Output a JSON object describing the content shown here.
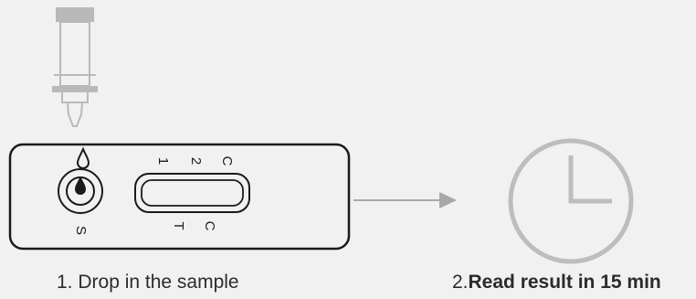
{
  "steps": [
    {
      "number": "1.",
      "text": "Drop in the sample"
    },
    {
      "number": "2.",
      "text": "Read result in 15 min"
    }
  ],
  "cassette": {
    "sample_well_label": "S",
    "window_marks": [
      "1",
      "2",
      "C"
    ],
    "window_bottom_marks": [
      "T",
      "C"
    ]
  },
  "colors": {
    "background": "#f1f1f1",
    "outline": "#1a1a1a",
    "dropper": "#b9b9b9",
    "clock": "#bdbdbd",
    "arrow": "#a8a8a8"
  },
  "icons": [
    "dropper-icon",
    "droplet-icon",
    "arrow-right-icon",
    "clock-icon"
  ]
}
